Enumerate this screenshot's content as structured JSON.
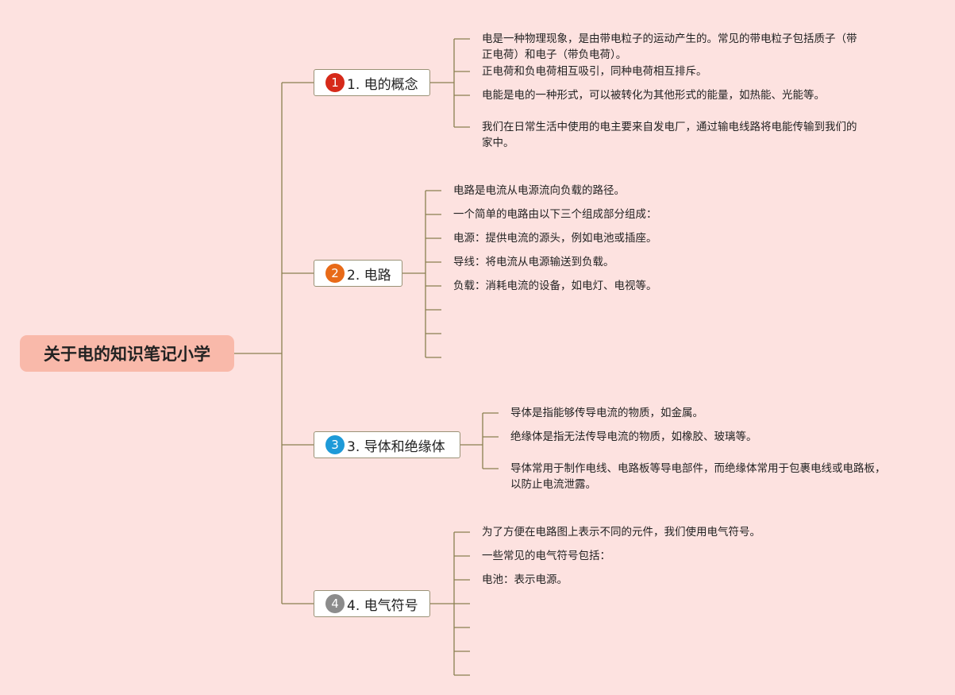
{
  "root": {
    "label": "关于电的知识笔记小学"
  },
  "line_color": "#8a7f4f",
  "topics": [
    {
      "number": "1",
      "label": "1. 电的概念",
      "badge_color": "#d62a1a",
      "leaves": [
        [
          "电是一种物理现象，是由带电粒子的运动产生的。常见的带电粒子包括质子（带",
          "正电荷）和电子（带负电荷）。"
        ],
        [
          "正电荷和负电荷相互吸引，同种电荷相互排斥。"
        ],
        [
          "电能是电的一种形式，可以被转化为其他形式的能量，如热能、光能等。"
        ],
        [
          "我们在日常生活中使用的电主要来自发电厂，通过输电线路将电能传输到我们的",
          "家中。"
        ]
      ]
    },
    {
      "number": "2",
      "label": "2. 电路",
      "badge_color": "#e86a18",
      "leaves": [
        [
          "电路是电流从电源流向负载的路径。"
        ],
        [
          "一个简单的电路由以下三个组成部分组成："
        ],
        [
          "电源：提供电流的源头，例如电池或插座。"
        ],
        [
          "导线：将电流从电源输送到负载。"
        ],
        [
          "负载：消耗电流的设备，如电灯、电视等。"
        ],
        [
          ""
        ],
        [
          ""
        ],
        [
          ""
        ]
      ]
    },
    {
      "number": "3",
      "label": "3. 导体和绝缘体",
      "badge_color": "#1e9ad8",
      "leaves": [
        [
          "导体是指能够传导电流的物质，如金属。"
        ],
        [
          "绝缘体是指无法传导电流的物质，如橡胶、玻璃等。"
        ],
        [
          "导体常用于制作电线、电路板等导电部件，而绝缘体常用于包裹电线或电路板，",
          "以防止电流泄露。"
        ]
      ]
    },
    {
      "number": "4",
      "label": "4. 电气符号",
      "badge_color": "#8c8c8c",
      "leaves": [
        [
          "为了方便在电路图上表示不同的元件，我们使用电气符号。"
        ],
        [
          "一些常见的电气符号包括："
        ],
        [
          "电池：表示电源。"
        ],
        [
          ""
        ],
        [
          ""
        ],
        [
          ""
        ],
        [
          ""
        ]
      ]
    }
  ]
}
